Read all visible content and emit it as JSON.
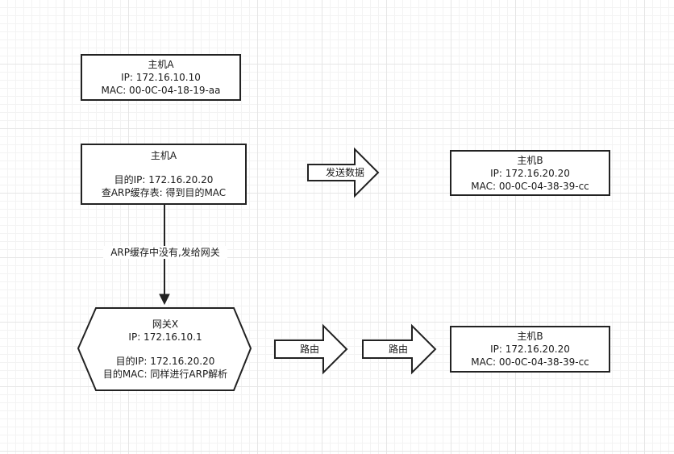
{
  "host_a_info": {
    "title": "主机A",
    "ip": "IP: 172.16.10.10",
    "mac": "MAC: 00-0C-04-18-19-aa"
  },
  "host_a_query": {
    "title": "主机A",
    "target_ip": "目的IP: 172.16.20.20",
    "lookup": "查ARP缓存表: 得到目的MAC"
  },
  "send_arrow_label": "发送数据",
  "host_b_top": {
    "title": "主机B",
    "ip": "IP: 172.16.20.20",
    "mac": "MAC: 00-0C-04-38-39-cc"
  },
  "edge_label": "ARP缓存中没有,发给网关",
  "gateway": {
    "title": "网关X",
    "ip": "IP: 172.16.10.1",
    "target_ip": "目的IP: 172.16.20.20",
    "target_mac": "目的MAC: 同样进行ARP解析"
  },
  "route_arrow_1_label": "路由",
  "route_arrow_2_label": "路由",
  "host_b_bottom": {
    "title": "主机B",
    "ip": "IP: 172.16.20.20",
    "mac": "MAC: 00-0C-04-38-39-cc"
  }
}
